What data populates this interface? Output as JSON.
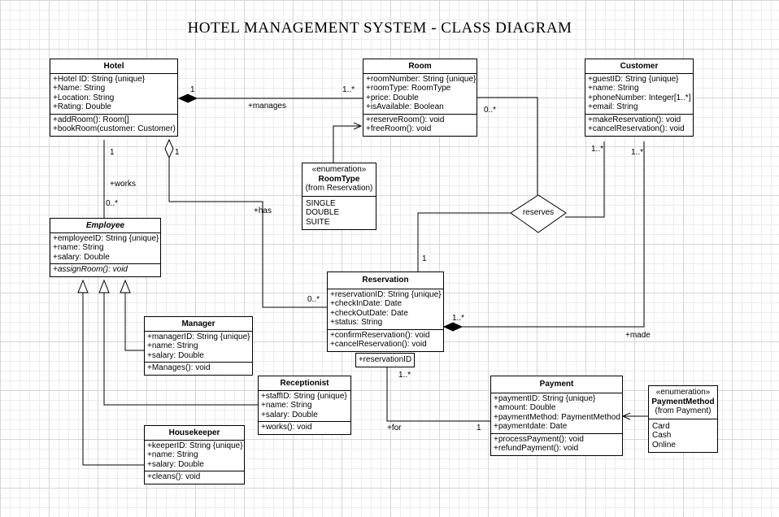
{
  "title": "HOTEL MANAGEMENT SYSTEM - CLASS DIAGRAM",
  "classes": {
    "hotel": {
      "name": "Hotel",
      "attributes": [
        "+Hotel ID: String {unique}",
        "+Name: String",
        "+Location: String",
        "+Rating: Double"
      ],
      "operations": [
        "+addRoom(): Room[]",
        "+bookRoom(customer: Customer)"
      ]
    },
    "room": {
      "name": "Room",
      "attributes": [
        "+roomNumber: String {unique}",
        "+roomType: RoomType",
        "+price: Double",
        "+isAvailable: Boolean"
      ],
      "operations": [
        "+reserveRoom(): void",
        "+freeRoom(): void"
      ]
    },
    "customer": {
      "name": "Customer",
      "attributes": [
        "+guestID: String {unique}",
        "+name: String",
        "+phoneNumber: Integer[1..*]",
        "+email: String"
      ],
      "operations": [
        "+makeReservation(): void",
        "+cancelReservation(): void"
      ]
    },
    "employee": {
      "name": "Employee",
      "attributes": [
        "+employeeID: String {unique}",
        "+name: String",
        "+salary: Double"
      ],
      "operations": [
        "+assignRoom(): void"
      ]
    },
    "reservation": {
      "name": "Reservation",
      "attributes": [
        "+reservationID: String {unique}",
        "+checkInDate: Date",
        "+checkOutDate: Date",
        "+status: String"
      ],
      "operations": [
        "+confirmReservation(): void",
        "+cancelReservation(): void"
      ],
      "qualifier": "+reservationID"
    },
    "manager": {
      "name": "Manager",
      "attributes": [
        "+managerID: String {unique}",
        "+name: String",
        "+salary: Double"
      ],
      "operations": [
        "+Manages(): void"
      ]
    },
    "receptionist": {
      "name": "Receptionist",
      "attributes": [
        "+staffID: String {unique}",
        "+name: String",
        "+salary: Double"
      ],
      "operations": [
        "+works(): void"
      ]
    },
    "housekeeper": {
      "name": "Housekeeper",
      "attributes": [
        "+keeperID: String {unique}",
        "+name: String",
        "+salary: Double"
      ],
      "operations": [
        "+cleans(): void"
      ]
    },
    "payment": {
      "name": "Payment",
      "attributes": [
        "+paymentID: String {unique}",
        "+amount: Double",
        "+paymentMethod: PaymentMethod",
        "+paymentdate: Date"
      ],
      "operations": [
        "+processPayment(): void",
        "+refundPayment(): void"
      ]
    }
  },
  "enums": {
    "roomtype": {
      "stereotype": "«enumeration»",
      "name": "RoomType",
      "source": "(from Reservation)",
      "literals": [
        "SINGLE",
        "DOUBLE",
        "SUITE"
      ]
    },
    "paymentmethod": {
      "stereotype": "«enumeration»",
      "name": "PaymentMethod",
      "source": "(from Payment)",
      "literals": [
        "Card",
        "Cash",
        "Online"
      ]
    }
  },
  "association": {
    "name": "reserves"
  },
  "labels": {
    "hotel_room_1": "1",
    "hotel_room_many": "1..*",
    "manages": "+manages",
    "room_reserves_mult": "0..*",
    "hotel_emp_1": "1",
    "works": "+works",
    "emp_mult": "0..*",
    "hotel_res_1": "1",
    "has": "+has",
    "res_has_mult": "0..*",
    "cust_reserves_mult": "1..*",
    "cust_made_mult": "1..*",
    "res_reserves_1": "1",
    "res_made_mult": "1..*",
    "made": "+made",
    "res_pay_mult": "1..*",
    "for": "+for",
    "pay_1": "1"
  },
  "colors": {
    "line": "#000000",
    "grid_major": "#d6d6d6",
    "grid_minor": "#ececec",
    "background": "#ffffff"
  }
}
